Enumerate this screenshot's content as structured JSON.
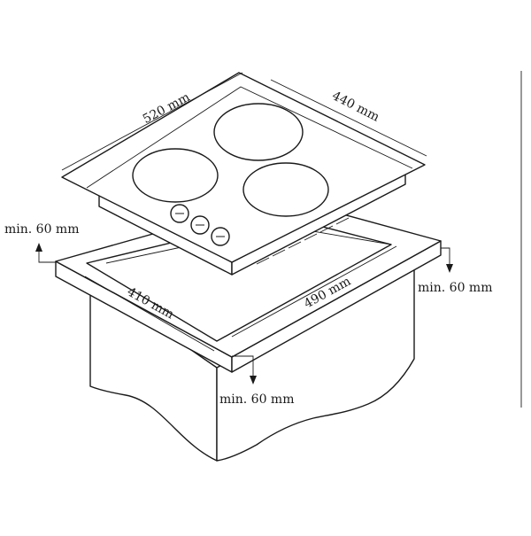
{
  "dimensions": {
    "hob_width": "520 mm",
    "hob_depth": "440 mm",
    "cutout_width": "490 mm",
    "cutout_depth": "410 mm",
    "clearance_left": "min. 60 mm",
    "clearance_right": "min. 60 mm",
    "clearance_front": "min. 60 mm"
  },
  "colors": {
    "line": "#1a1a1a",
    "background": "#ffffff"
  }
}
